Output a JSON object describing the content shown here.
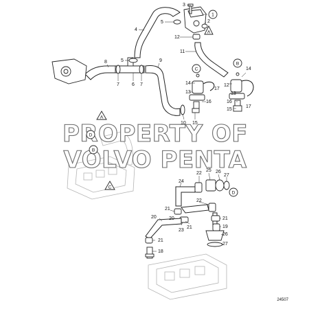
{
  "diagram": {
    "watermark": {
      "line1": "PROPERTY OF",
      "line2": "VOLVO PENTA"
    },
    "reference_number": "24507",
    "callouts": {
      "c1": "1",
      "c2": "2",
      "c3": "3",
      "c4": "4",
      "c5a": "5",
      "c5b": "5",
      "c6": "6",
      "c7a": "7",
      "c7b": "7",
      "c8": "8",
      "c9": "9",
      "c10": "10",
      "c11": "11",
      "c12a": "12",
      "c12b": "12",
      "c13a": "13",
      "c13b": "13",
      "c14a": "14",
      "c14b": "14",
      "c15a": "15",
      "c15b": "15",
      "c16a": "16",
      "c16b": "16",
      "c17a": "17",
      "c17b": "17",
      "c18": "18",
      "c19": "19",
      "c20a": "20",
      "c20b": "20",
      "c21a": "21",
      "c21b": "21",
      "c21c": "21",
      "c21d": "21",
      "c22a": "22",
      "c22b": "22",
      "c23": "23",
      "c24": "24",
      "c25": "25",
      "c26a": "26",
      "c26b": "26",
      "c27a": "27",
      "c27b": "27"
    },
    "markers": {
      "triangle_a_top": "A",
      "triangle_a_left": "A",
      "circle_b_top": "B",
      "circle_b_left": "B",
      "circle_c_top": "C",
      "triangle_c_left": "C",
      "circle_d_left": "D",
      "circle_d_right": "D"
    }
  }
}
